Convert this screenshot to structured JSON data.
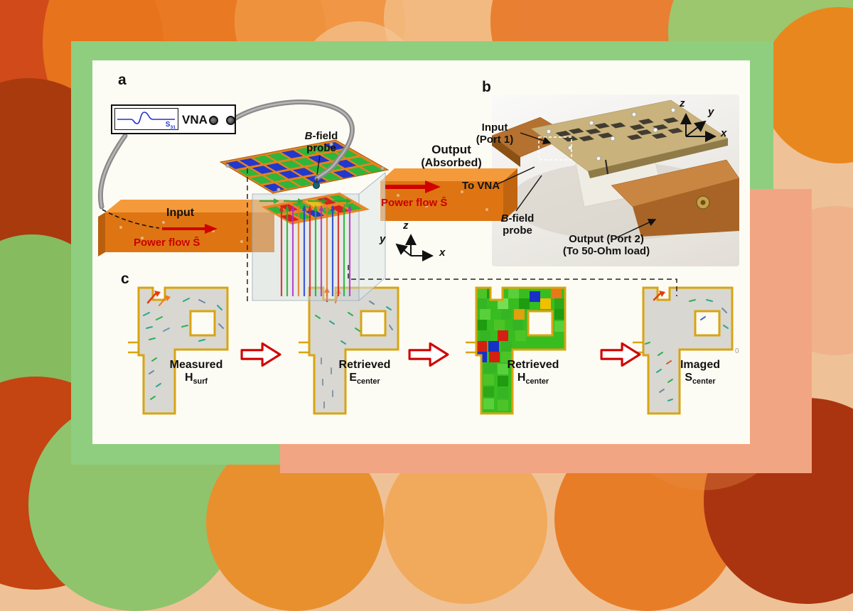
{
  "panel_a": {
    "label": "a",
    "vna_label": "VNA",
    "s31": {
      "symbol": "S",
      "sub": "31"
    },
    "probe": {
      "b": "B",
      "rest": "-field",
      "line2": "probe"
    },
    "output_line1": "Output",
    "output_line2": "(Absorbed)",
    "power_flow_output": "Power flow S̄",
    "input_label": "Input",
    "power_flow_input": "Power flow S̄",
    "axes": {
      "x": "x",
      "y": "y",
      "z": "z"
    }
  },
  "panel_b": {
    "label": "b",
    "input_line1": "Input",
    "input_line2": "(Port 1)",
    "to_vna": "To VNA",
    "probe": {
      "b": "B",
      "rest": "-field",
      "line2": "probe"
    },
    "output_line1": "Output (Port 2)",
    "output_line2": "(To 50-Ohm load)",
    "axes": {
      "x": "x",
      "y": "y",
      "z": "z"
    }
  },
  "panel_c": {
    "label": "c",
    "scale_mark": "0",
    "steps": [
      {
        "word": "Measured",
        "symbol": "H",
        "sub": "surf"
      },
      {
        "word": "Retrieved",
        "symbol": "E",
        "sub": "center"
      },
      {
        "word": "Retrieved",
        "symbol": "H",
        "sub": "center"
      },
      {
        "word": "Imaged",
        "symbol": "S",
        "sub": "center"
      }
    ]
  }
}
